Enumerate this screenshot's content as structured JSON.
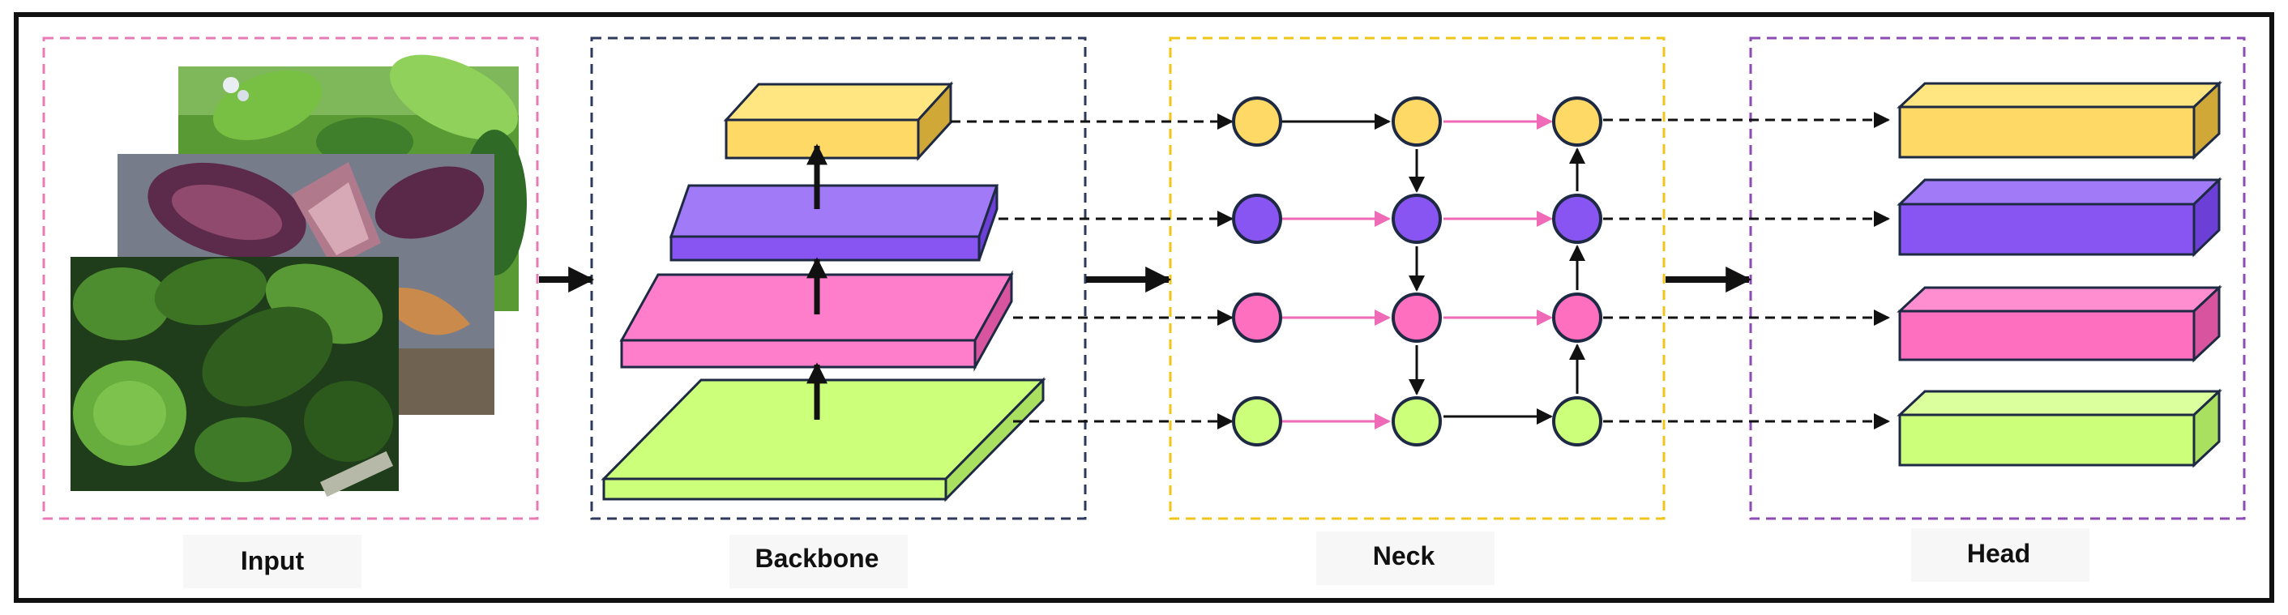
{
  "labels": {
    "input": "Input",
    "backbone": "Backbone",
    "neck": "Neck",
    "head": "Head"
  },
  "colors": {
    "input_box": "#e87bb6",
    "backbone_box": "#2d3a5c",
    "neck_box": "#f0c419",
    "head_box": "#8e4bb5",
    "yellow": "#ffd966",
    "purple": "#8855f2",
    "pink": "#ff6fc0",
    "green": "#ccff7a",
    "pink_arrow": "#f06bb7",
    "outline": "#1e2a44"
  },
  "images": [
    {
      "name": "basil-leaf-photo",
      "icon": "leaf-photo"
    },
    {
      "name": "coleus-leaf-photo",
      "icon": "leaf-photo"
    },
    {
      "name": "betel-leaf-photo",
      "icon": "leaf-photo"
    }
  ],
  "backbone_levels": [
    "yellow",
    "purple",
    "pink",
    "green"
  ],
  "neck_rows": [
    "yellow",
    "purple",
    "pink",
    "green"
  ],
  "head_outputs": [
    "yellow",
    "purple",
    "pink",
    "green"
  ]
}
